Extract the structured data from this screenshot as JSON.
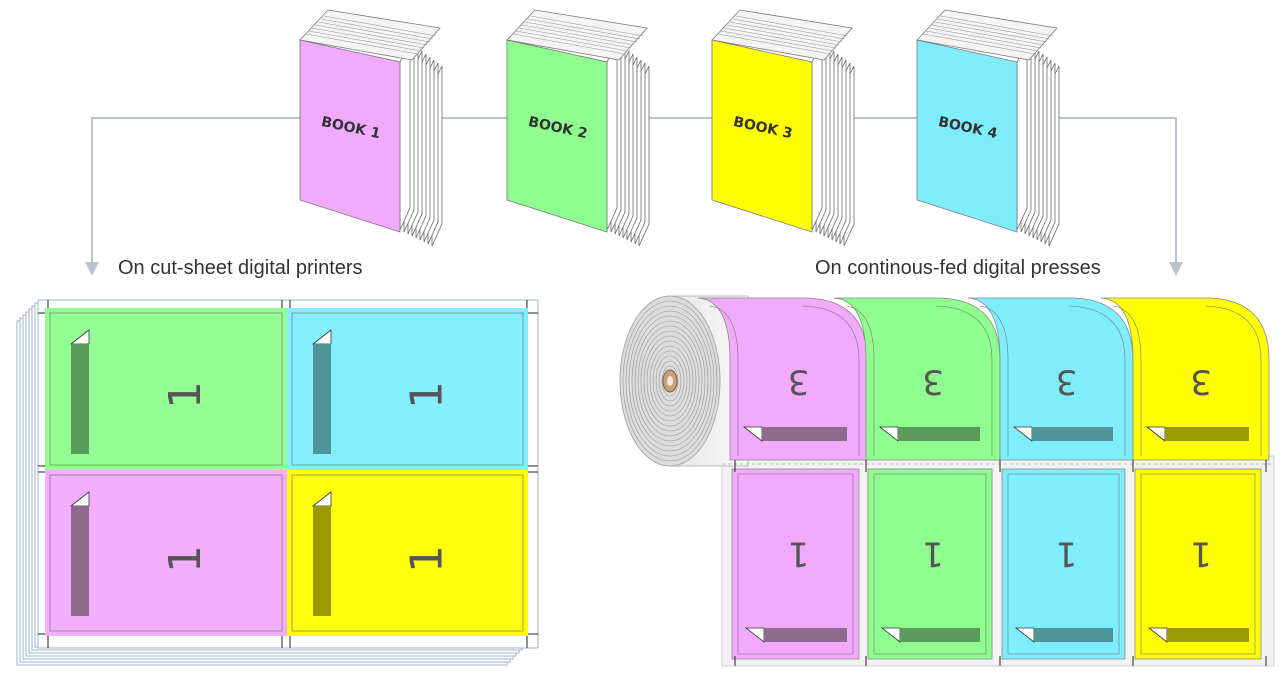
{
  "books": [
    {
      "title": "BOOK 1",
      "color": "#f2aaff"
    },
    {
      "title": "BOOK 2",
      "color": "#8eff8e"
    },
    {
      "title": "BOOK 3",
      "color": "#ffff00"
    },
    {
      "title": "BOOK 4",
      "color": "#7eeeff"
    }
  ],
  "captions": {
    "left": "On cut-sheet digital printers",
    "right": "On continous-fed digital presses"
  },
  "cut_sheet": {
    "panels": [
      {
        "page": "1",
        "color": "#8eff8e",
        "spine": "#5a9a5a"
      },
      {
        "page": "1",
        "color": "#7eeeff",
        "spine": "#4f9598"
      },
      {
        "page": "1",
        "color": "#f2aaff",
        "spine": "#8e6a8e"
      },
      {
        "page": "1",
        "color": "#ffff00",
        "spine": "#9a9a00"
      }
    ]
  },
  "roll": {
    "top_page": "3",
    "bottom_page": "1",
    "columns": [
      {
        "color": "#f2aaff",
        "bar": "#8e6a8e"
      },
      {
        "color": "#8eff8e",
        "bar": "#5a9a5a"
      },
      {
        "color": "#7eeeff",
        "bar": "#4f9598"
      },
      {
        "color": "#ffff00",
        "bar": "#9a9a00"
      }
    ]
  },
  "colors": {
    "connector": "#b8c4cc",
    "page_edge": "#cfcfcf",
    "digit": "#555555"
  }
}
